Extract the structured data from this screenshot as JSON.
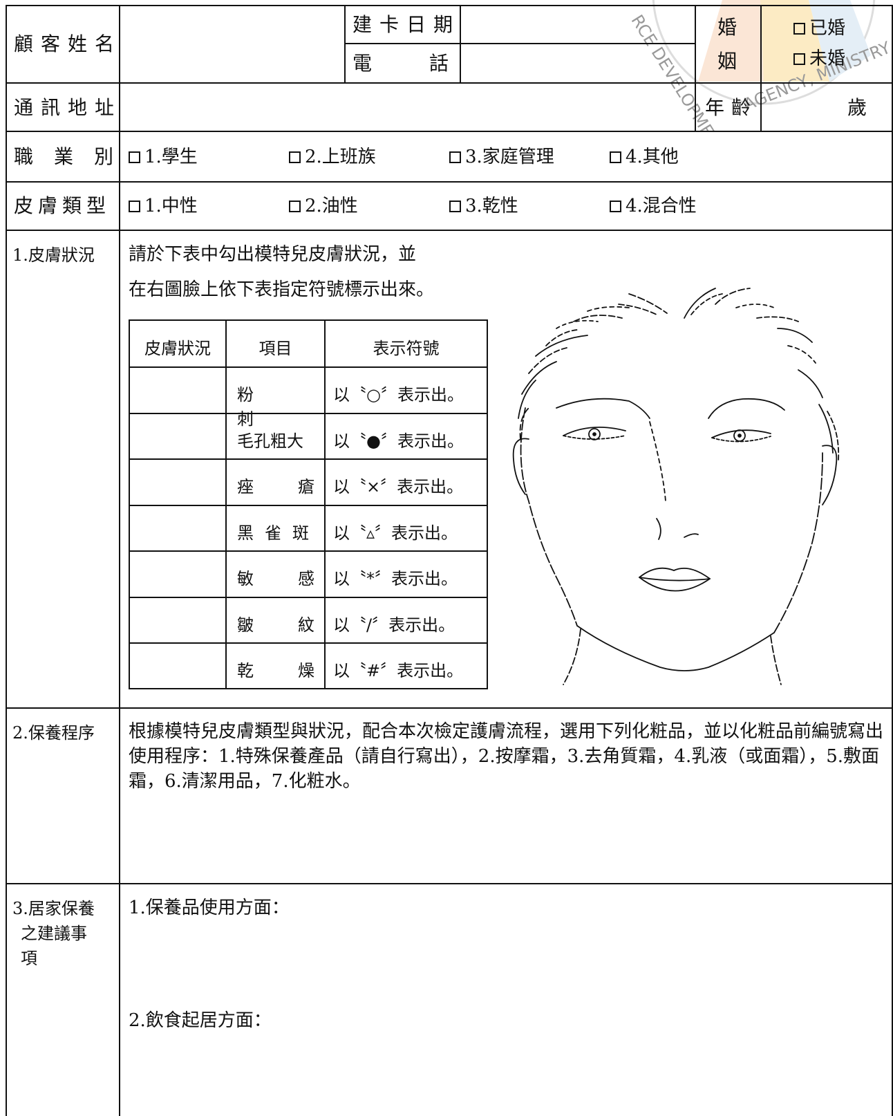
{
  "header": {
    "name_label": "顧客姓名",
    "date_label": "建卡日期",
    "phone_label": "電話",
    "marriage_label_top": "婚",
    "marriage_label_bottom": "姻",
    "married": "已婚",
    "single": "未婚",
    "address_label": "通訊地址",
    "age_label": "年齡",
    "age_unit": "歲"
  },
  "occupation": {
    "label": "職業別",
    "options": [
      "1.學生",
      "2.上班族",
      "3.家庭管理",
      "4.其他"
    ]
  },
  "skin_type": {
    "label": "皮膚類型",
    "options": [
      "1.中性",
      "2.油性",
      "3.乾性",
      "4.混合性"
    ]
  },
  "section1": {
    "label": "1.皮膚狀況",
    "instruction_line1": "請於下表中勾出模特兒皮膚狀況，並",
    "instruction_line2": "在右圖臉上依下表指定符號標示出來。",
    "table": {
      "headers": [
        "皮膚狀況",
        "項目",
        "表示符號"
      ],
      "rows": [
        {
          "item": "粉刺",
          "symbol": "以〝○〞表示出。"
        },
        {
          "item": "毛孔粗大",
          "symbol": "以〝●〞表示出。"
        },
        {
          "item": "痤瘡",
          "symbol": "以〝×〞表示出。"
        },
        {
          "item": "黑雀斑",
          "symbol": "以〝▵〞表示出。"
        },
        {
          "item": "敏感",
          "symbol": "以〝*〞表示出。"
        },
        {
          "item": "皺紋",
          "symbol": "以〝/〞表示出。"
        },
        {
          "item": "乾燥",
          "symbol": "以〝#〞表示出。"
        }
      ]
    }
  },
  "section2": {
    "label": "2.保養程序",
    "text": "根據模特兒皮膚類型與狀況，配合本次檢定護膚流程，選用下列化粧品，並以化粧品前編號寫出使用程序：1.特殊保養產品（請自行寫出），2.按摩霜，3.去角質霜，4.乳液（或面霜），5.敷面霜，6.清潔用品，7.化粧水。"
  },
  "section3": {
    "label_line1": "3.居家保養",
    "label_line2": "之建議事",
    "label_line3": "項",
    "item1": "1.保養品使用方面：",
    "item2": "2.飲食起居方面："
  },
  "watermark": {
    "text_upper": "RCE DEVELOPMENT",
    "text_lower": "AGENCY, MINISTRY O"
  }
}
